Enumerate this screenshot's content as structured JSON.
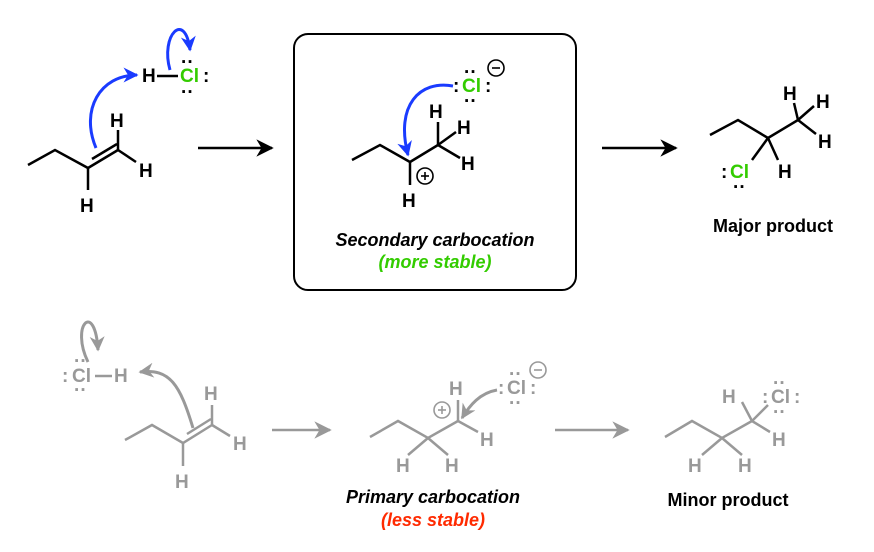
{
  "colors": {
    "black": "#000000",
    "gray": "#999999",
    "blue": "#1a3bff",
    "green": "#33cc00",
    "red": "#ff2a00"
  },
  "atoms": {
    "H": "H",
    "Cl": "Cl",
    "lone_pair_v": ":",
    "lone_pair_h": "··"
  },
  "labels": {
    "secondary_carbocation": "Secondary carbocation",
    "more_stable": "(more stable)",
    "major_product": "Major product",
    "primary_carbocation": "Primary carbocation",
    "less_stable": "(less stable)",
    "minor_product": "Minor product"
  }
}
